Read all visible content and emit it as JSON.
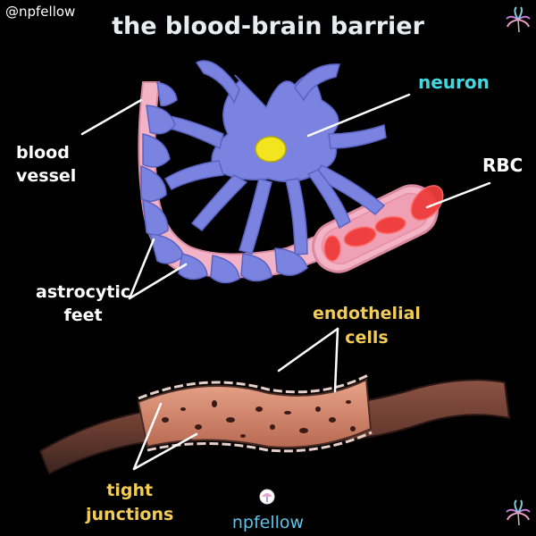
{
  "header": {
    "handle": "@npfellow",
    "title": "the blood-brain barrier"
  },
  "labels": {
    "blood_vessel": [
      "blood",
      "vessel"
    ],
    "neuron": "neuron",
    "rbc": "RBC",
    "astrocytic_feet": [
      "astrocytic",
      "feet"
    ],
    "endothelial_cells": [
      "endothelial",
      "cells"
    ],
    "tight_junctions": [
      "tight",
      "junctions"
    ]
  },
  "footer": {
    "brand": "npfellow",
    "logo_icon": "umbrella-logo-icon",
    "corner_icon": "palm-tree-icon"
  },
  "colors": {
    "background": "#000000",
    "vessel_pink": "#f2b3c6",
    "astrocyte_blue": "#7a83df",
    "nucleus_yellow": "#f2e51f",
    "rbc_red": "#ee3b3b",
    "capillary_brown": "#6e4035",
    "label_white": "#ffffff",
    "label_cyan": "#41d8df",
    "label_yellow": "#f3cc55"
  }
}
